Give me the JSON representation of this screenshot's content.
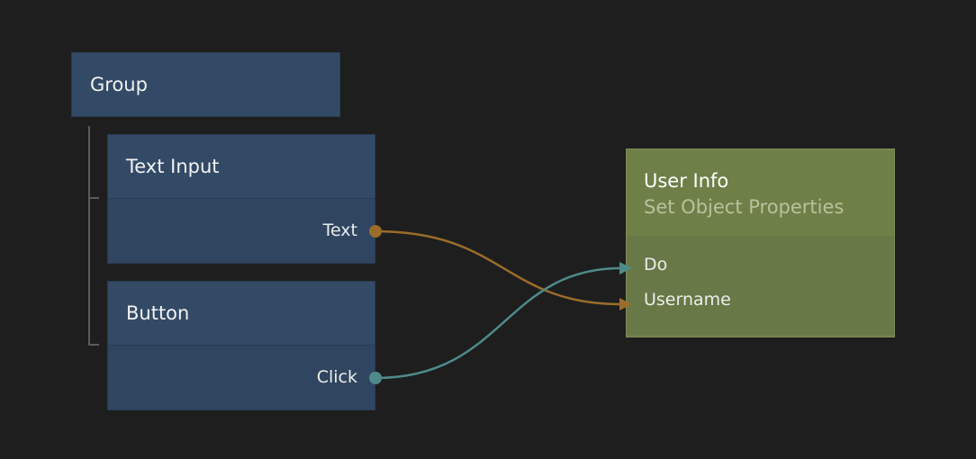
{
  "colors": {
    "background": "#1e1e1e",
    "blue_node": "#334a66",
    "green_node": "#6f7f48",
    "wire_text": "#9a6d2a",
    "wire_click": "#4f8a8a"
  },
  "nodes": {
    "group": {
      "title": "Group"
    },
    "text_input": {
      "title": "Text Input",
      "output_port": "Text"
    },
    "button": {
      "title": "Button",
      "output_port": "Click"
    },
    "user_info": {
      "title": "User Info",
      "subtitle": "Set Object Properties",
      "input_ports": [
        "Do",
        "Username"
      ]
    }
  },
  "connections": [
    {
      "from": "Text Input.Text",
      "to": "User Info.Username",
      "color": "#9a6d2a"
    },
    {
      "from": "Button.Click",
      "to": "User Info.Do",
      "color": "#4f8a8a"
    }
  ]
}
